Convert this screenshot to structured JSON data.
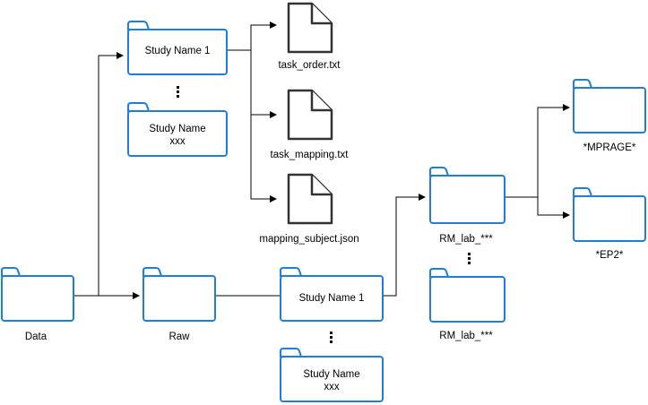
{
  "nodes": {
    "data": "Data",
    "raw": "Raw",
    "study_top": "Study Name 1",
    "study_xxx_top_line1": "Study Name",
    "study_xxx_top_line2": "xxx",
    "study_mid": "Study Name 1",
    "study_xxx_bottom_line1": "Study Name",
    "study_xxx_bottom_line2": "xxx",
    "rm_lab_top": "RM_lab_***",
    "rm_lab_bottom": "RM_lab_***",
    "mprage": "*MPRAGE*",
    "ep2": "*EP2*"
  },
  "files": {
    "task_order": "task_order.txt",
    "task_mapping": "task_mapping.txt",
    "mapping_subject": "mapping_subject.json"
  },
  "colors": {
    "folder_stroke": "#1f7fd6",
    "file_stroke": "#333333",
    "connector": "#000000"
  },
  "icons": {
    "folder": "folder-icon",
    "file": "document-icon"
  }
}
